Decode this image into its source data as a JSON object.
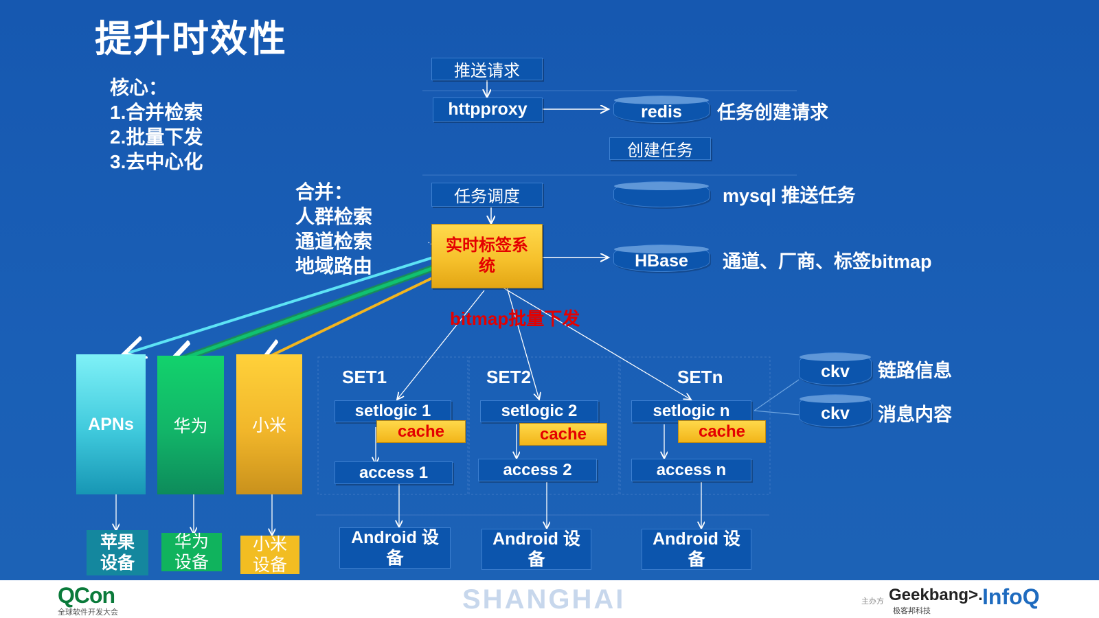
{
  "title": "提升时效性",
  "core": [
    "核心：",
    "1.合并检索",
    "2.批量下发",
    "3.去中心化"
  ],
  "merge": [
    "合并：",
    "人群检索",
    "通道检索",
    "地域路由"
  ],
  "flow": {
    "push_request": "推送请求",
    "httpproxy": "httpproxy",
    "redis": "redis",
    "redis_note": "任务创建请求",
    "create_task": "创建任务",
    "mysql_note": "mysql 推送任务",
    "scheduler": "任务调度",
    "tag_system": "实时标签系统",
    "hbase": "HBase",
    "hbase_note": "通道、厂商、标签bitmap",
    "bitmap_note": "bitmap批量下发"
  },
  "vendors": [
    {
      "name": "APNs",
      "device": "苹果设备",
      "device_lines": [
        "苹果",
        "设备"
      ]
    },
    {
      "name": "华为",
      "device": "华为设备",
      "device_lines": [
        "华为",
        "设备"
      ]
    },
    {
      "name": "小米",
      "device": "小米设备",
      "device_lines": [
        "小米",
        "设备"
      ]
    }
  ],
  "sets": [
    {
      "label": "SET1",
      "logic": "setlogic 1",
      "cache": "cache",
      "access": "access 1",
      "device_lines": [
        "Android 设",
        "备"
      ]
    },
    {
      "label": "SET2",
      "logic": "setlogic 2",
      "cache": "cache",
      "access": "access 2",
      "device_lines": [
        "Android 设",
        "备"
      ]
    },
    {
      "label": "SETn",
      "logic": "setlogic n",
      "cache": "cache",
      "access": "access n",
      "device_lines": [
        "Android 设",
        "备"
      ]
    }
  ],
  "ckv": [
    {
      "label": "ckv",
      "note": "链路信息"
    },
    {
      "label": "ckv",
      "note": "消息内容"
    }
  ],
  "footer": {
    "qcon": "QCon",
    "qcon_sub": "全球软件开发大会",
    "city": "SHANGHAI",
    "organizer": "主办方",
    "geekbang": "Geekbang>.",
    "geekbang_sub": "极客邦科技",
    "infoq": "InfoQ"
  },
  "colors": {
    "background": "#1a5cb2",
    "accent_red": "#e40000",
    "apns": "#6fe8f2",
    "huawei": "#11c466",
    "xiaomi": "#f6c232"
  }
}
